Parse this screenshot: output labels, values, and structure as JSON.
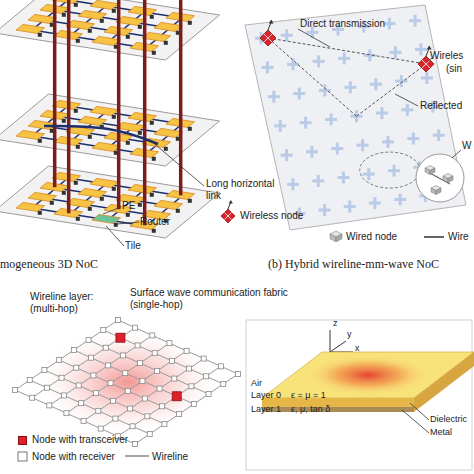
{
  "diagram": {
    "labels": [
      "Long horizontal link",
      "PE",
      "Router",
      "Tile",
      "mogeneous 3D NoC",
      "Direct transmission",
      "Wireles",
      "(sin",
      "Reflected",
      "W",
      "(b) Hybrid wireline-mm-wave NoC",
      "Wireline layer: (multi-hop)",
      "Surface wave communication fabric (single-hop)",
      "z",
      "y",
      "x",
      "Air",
      "Layer 0",
      "ε = μ = 1",
      "Layer 1",
      "ε, μ, tan δ",
      "Dielectric",
      "Metal"
    ],
    "legend": [
      {
        "text": "Wireless node"
      },
      {
        "text": "Wired node"
      },
      {
        "text": "Wire"
      },
      {
        "text": "Node with transceiver",
        "color": "#e0202a"
      },
      {
        "text": "Node with receiver"
      },
      {
        "text": "Wireline"
      }
    ]
  }
}
